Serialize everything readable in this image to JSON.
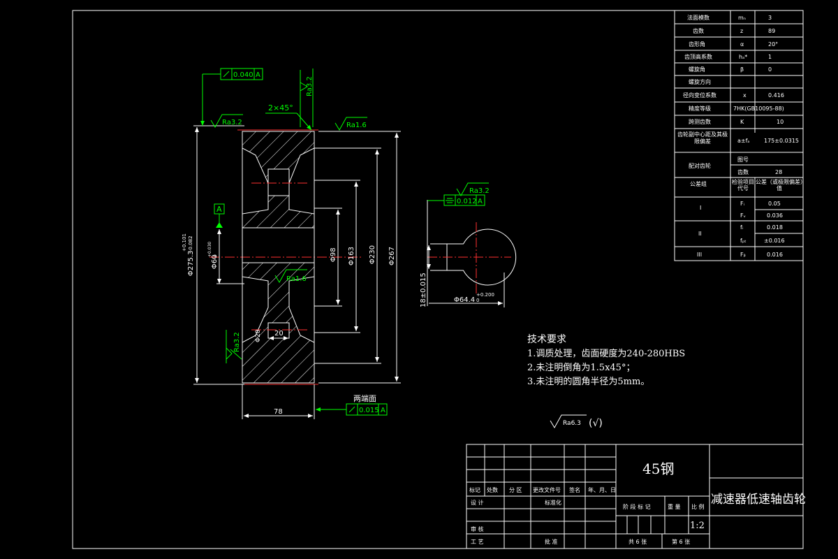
{
  "drawing": {
    "tech_req": {
      "heading": "技术要求",
      "items": [
        "1.调质处理，齿面硬度为240-280HBS",
        "2.未注明倒角为1.5x45°；",
        "3.未注明的圆角半径为5mm。"
      ]
    },
    "general_roughness": "Ra6.3",
    "general_roughness_suffix": "(√)",
    "dims": {
      "chamfer": "2×45°",
      "ra32_left": "Ra3.2",
      "ra32_top": "Ra3.2",
      "ra16_top": "Ra1.6",
      "ra16_mid": "Ra1.6",
      "ra32_bottom": "Ra3.2",
      "ra32_section": "Ra3.2",
      "tol_top_val": "0.040",
      "tol_top_ref": "A",
      "tol_bottom_val": "0.015",
      "tol_bottom_ref": "A",
      "tol_section_val": "0.012",
      "tol_section_ref": "A",
      "datum": "A",
      "od": "Φ275.3",
      "od_tol_upper": "+0.101",
      "od_tol_lower": "-0.082",
      "bore": "Φ60",
      "bore_tol_upper": "+0.030",
      "bore_tol_lower": "0",
      "d98": "Φ98",
      "d163": "Φ163",
      "d230": "Φ230",
      "d267": "Φ267",
      "width": "78",
      "web": "20",
      "hole": "Φ20",
      "both_faces": "两端面",
      "keyway_width": "18±0.015",
      "keyway_depth": "Φ64.4",
      "keyway_depth_tol": "+0.200",
      "keyway_depth_tol_lower": "0"
    }
  },
  "param_table": {
    "rows": [
      {
        "name": "法面模数",
        "sym": "mₙ",
        "val": "3"
      },
      {
        "name": "齿数",
        "sym": "z",
        "val": "89"
      },
      {
        "name": "齿形角",
        "sym": "α",
        "val": "20°"
      },
      {
        "name": "齿顶高系数",
        "sym": "hₐ*",
        "val": "1"
      },
      {
        "name": "螺旋角",
        "sym": "β",
        "val": "0"
      },
      {
        "name": "螺旋方向",
        "sym": "",
        "val": ""
      },
      {
        "name": "径向变位系数",
        "sym": "x",
        "val": "0.416"
      },
      {
        "name": "精度等级",
        "sym": "",
        "val": "7HK(GB10095-88)"
      },
      {
        "name": "跨测齿数",
        "sym": "K",
        "val": "10"
      },
      {
        "name": "齿轮副中心距及其极限偏差",
        "sym": "a±fₐ",
        "val": "175±0.0315"
      }
    ],
    "mate": {
      "label": "配对齿轮",
      "sub1": "图号",
      "sub2": "齿数",
      "val1": "",
      "val2": "28"
    },
    "tolerance": {
      "group_label": "公差组",
      "check_label": "检验项目代号",
      "value_label": "公差（或极限偏差）值",
      "groups": [
        {
          "id": "I",
          "items": [
            {
              "sym": "Fᵢ",
              "val": "0.05"
            },
            {
              "sym": "Fᵥ",
              "val": "0.036"
            }
          ]
        },
        {
          "id": "II",
          "items": [
            {
              "sym": "fᵢ",
              "val": "0.018"
            },
            {
              "sym": "fₚₜ",
              "val": "±0.016"
            }
          ]
        },
        {
          "id": "III",
          "items": [
            {
              "sym": "Fᵦ",
              "val": "0.016"
            }
          ]
        }
      ]
    }
  },
  "title_block": {
    "material": "45钢",
    "part_name": "减速器低速轴齿轮",
    "scale": "1:2",
    "header_labels": [
      "标记",
      "处数",
      "分 区",
      "更改文件号",
      "签名",
      "年、月、日"
    ],
    "design": "设 计",
    "standard": "标准化",
    "stage_labels": [
      "阶 段 标 记",
      "重 量",
      "比 例"
    ],
    "review": "审 核",
    "process": "工 艺",
    "approve": "批 准",
    "sheets_total": "共 6 张",
    "sheet_no": "第 6 张"
  }
}
